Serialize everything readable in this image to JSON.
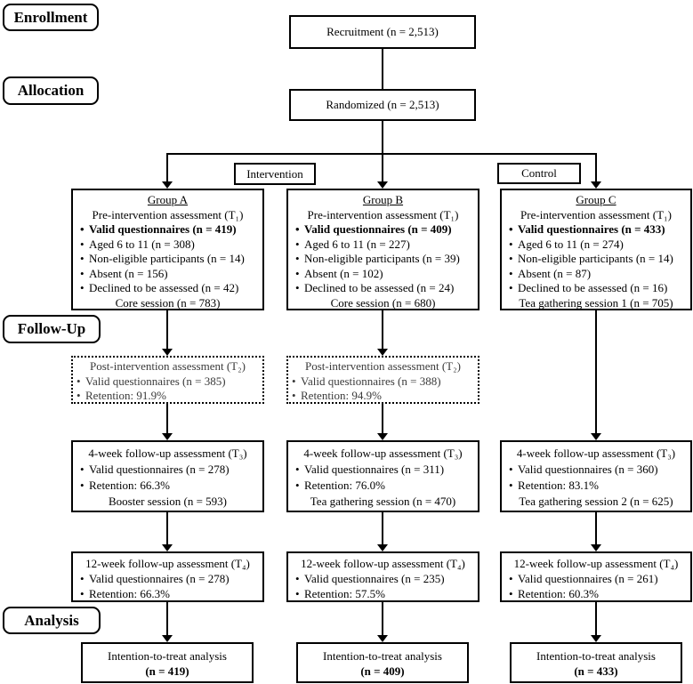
{
  "stages": {
    "enrollment": "Enrollment",
    "allocation": "Allocation",
    "followup": "Follow-Up",
    "analysis": "Analysis"
  },
  "top": {
    "recruitment": "Recruitment (n = 2,513)",
    "randomized": "Randomized (n = 2,513)"
  },
  "arms": {
    "intervention": "Intervention",
    "control": "Control"
  },
  "groups": [
    {
      "name": "Group A",
      "pre": {
        "title": "Pre-intervention assessment (T₁)",
        "valid": "Valid questionnaires (n = 419)",
        "aged": "Aged 6 to 11 (n = 308)",
        "non_eligible": "Non-eligible participants (n = 14)",
        "absent": "Absent (n = 156)",
        "declined": "Declined to be assessed (n = 42)",
        "session": "Core session (n = 783)"
      },
      "post": {
        "title": "Post-intervention assessment (T₂)",
        "valid": "Valid questionnaires (n = 385)",
        "retention": "Retention: 91.9%"
      },
      "week4": {
        "title": "4-week follow-up assessment (T₃)",
        "valid": "Valid questionnaires (n = 278)",
        "retention": "Retention: 66.3%",
        "session": "Booster session (n = 593)"
      },
      "week12": {
        "title": "12-week follow-up assessment (T₄)",
        "valid": "Valid questionnaires (n = 278)",
        "retention": "Retention: 66.3%"
      },
      "itt": {
        "line1": "Intention-to-treat analysis",
        "line2": "(n = 419)"
      }
    },
    {
      "name": "Group B",
      "pre": {
        "title": "Pre-intervention assessment (T₁)",
        "valid": "Valid questionnaires (n = 409)",
        "aged": "Aged 6 to 11 (n = 227)",
        "non_eligible": "Non-eligible participants (n = 39)",
        "absent": "Absent (n = 102)",
        "declined": "Declined to be assessed (n = 24)",
        "session": "Core session (n = 680)"
      },
      "post": {
        "title": "Post-intervention assessment (T₂)",
        "valid": "Valid questionnaires (n = 388)",
        "retention": "Retention: 94.9%"
      },
      "week4": {
        "title": "4-week follow-up assessment (T₃)",
        "valid": "Valid questionnaires (n = 311)",
        "retention": "Retention: 76.0%",
        "session": "Tea gathering session (n = 470)"
      },
      "week12": {
        "title": "12-week follow-up assessment (T₄)",
        "valid": "Valid questionnaires (n = 235)",
        "retention": "Retention: 57.5%"
      },
      "itt": {
        "line1": "Intention-to-treat analysis",
        "line2": "(n = 409)"
      }
    },
    {
      "name": "Group C",
      "pre": {
        "title": "Pre-intervention assessment (T₁)",
        "valid": "Valid questionnaires (n = 433)",
        "aged": "Aged 6 to 11 (n = 274)",
        "non_eligible": "Non-eligible participants (n = 14)",
        "absent": "Absent (n = 87)",
        "declined": "Declined to be assessed (n = 16)",
        "session": "Tea gathering session 1 (n = 705)"
      },
      "week4": {
        "title": "4-week follow-up assessment (T₃)",
        "valid": "Valid questionnaires (n = 360)",
        "retention": "Retention: 83.1%",
        "session": "Tea gathering session 2 (n = 625)"
      },
      "week12": {
        "title": "12-week follow-up assessment (T₄)",
        "valid": "Valid questionnaires (n = 261)",
        "retention": "Retention: 60.3%"
      },
      "itt": {
        "line1": "Intention-to-treat analysis",
        "line2": "(n = 433)"
      }
    }
  ],
  "colors": {
    "line": "#000000",
    "post_text": "#3a3a3a",
    "background": "#ffffff"
  }
}
